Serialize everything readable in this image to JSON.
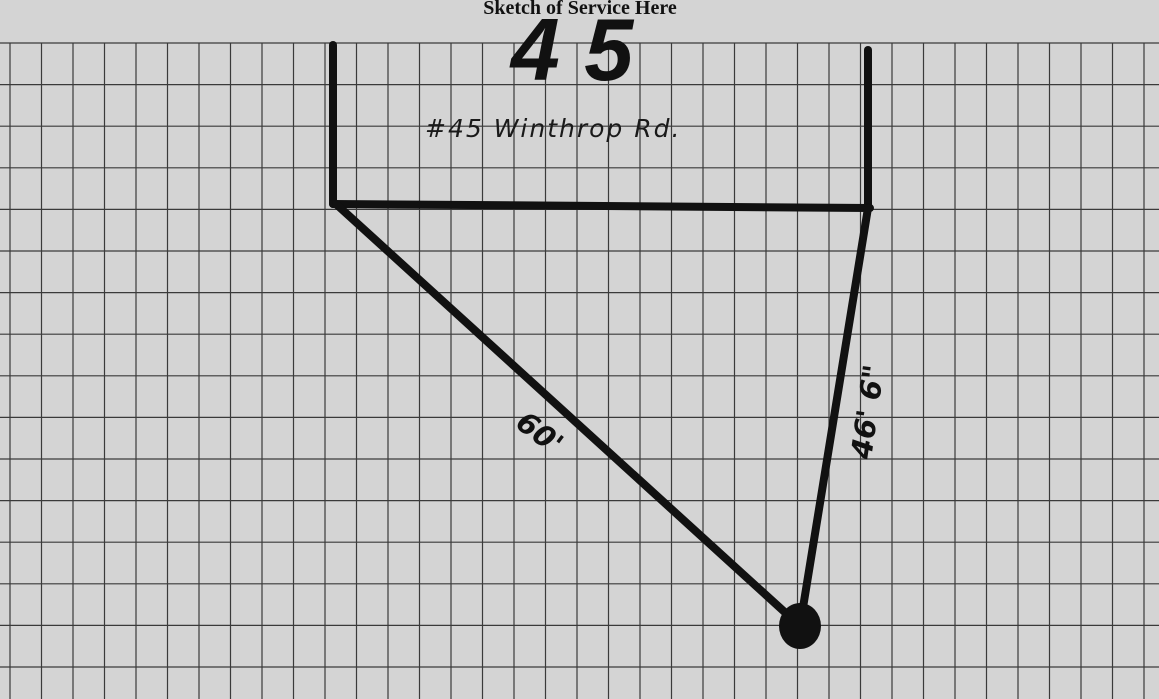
{
  "header": {
    "title": "Sketch of Service Here"
  },
  "sketch": {
    "lot_number": "4 5",
    "address": "#45 Winthrop Rd.",
    "measurements": {
      "diagonal": "60'",
      "right_run": "46' 6\""
    }
  },
  "colors": {
    "paper": "#d4d4d4",
    "grid": "#3a3a3a",
    "ink": "#111111"
  }
}
